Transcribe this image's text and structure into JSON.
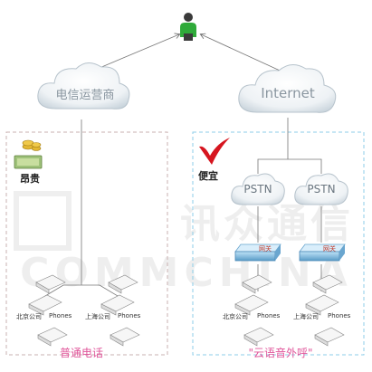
{
  "nodes": {
    "telecom": "电信运营商",
    "internet": "Internet",
    "pstn_left": "PSTN",
    "pstn_right": "PSTN"
  },
  "left_panel": {
    "price_label": "昂贵",
    "office_a": "北京公司",
    "office_a_device": "Phones",
    "office_b": "上海公司",
    "office_b_device": "Phones",
    "caption": "普通电话"
  },
  "right_panel": {
    "price_label": "便宜",
    "gateway_label": "网关",
    "office_a": "北京公司",
    "office_a_device": "Phones",
    "office_b": "上海公司",
    "office_b_device": "Phones",
    "caption": "\"云语音外呼\""
  },
  "watermark": {
    "cn": "讯众通信",
    "en": "COMMCHINA"
  },
  "colors": {
    "left_border": "#c9b1b1",
    "right_border": "#8ecde8",
    "left_caption": "#e0559a",
    "right_caption": "#e0559a",
    "check": "#d6151f",
    "user_body": "#2faa3a",
    "user_head": "#3a3a3a"
  }
}
